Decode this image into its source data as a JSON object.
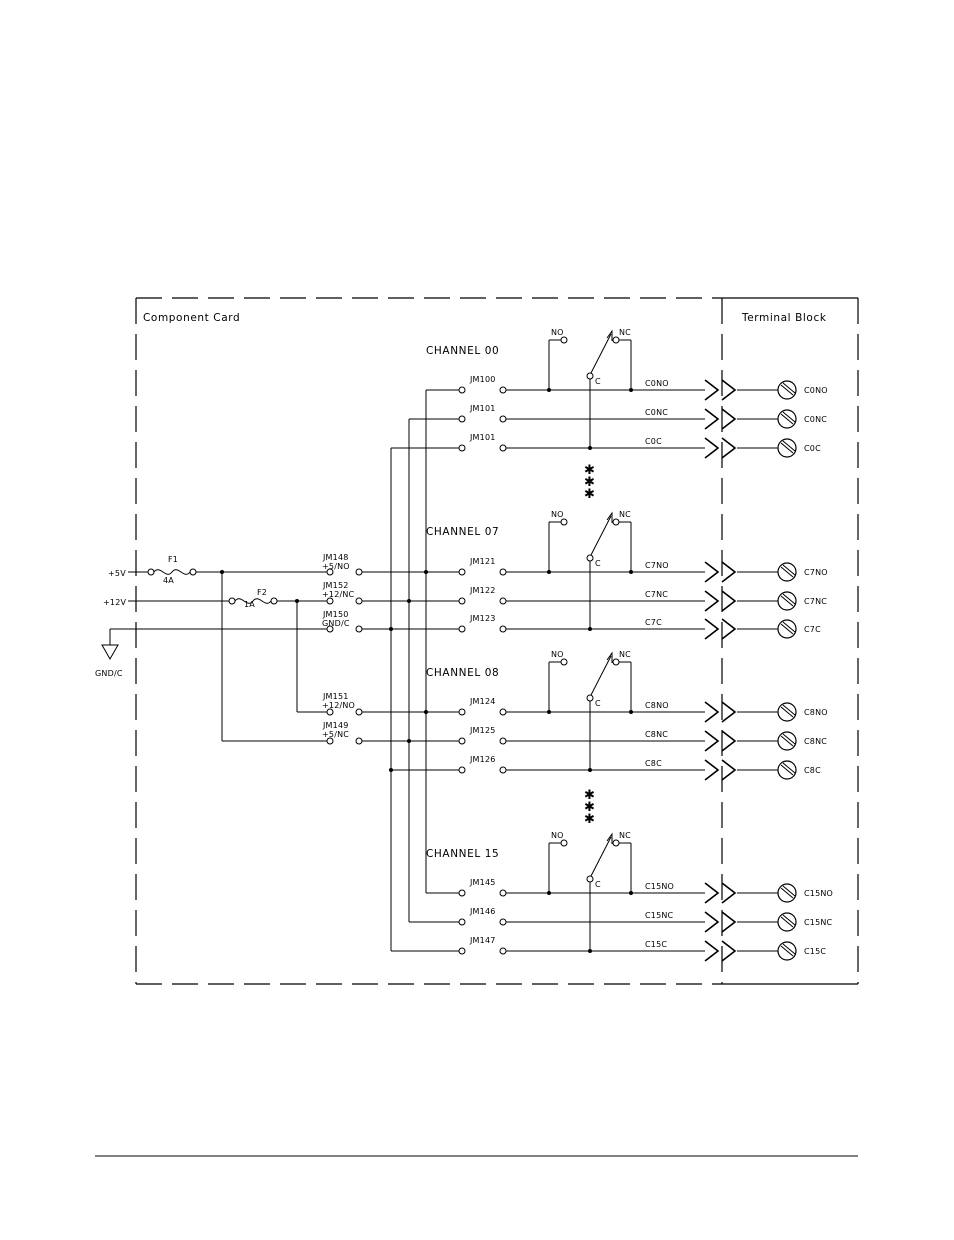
{
  "diagram": {
    "component_card_label": "Component Card",
    "terminal_block_label": "Terminal Block",
    "power_inputs": [
      {
        "label": "+5V"
      },
      {
        "label": "+12V"
      },
      {
        "label": "GND/C"
      }
    ],
    "fuses": [
      {
        "name": "F1",
        "rating": "4A"
      },
      {
        "name": "F2",
        "rating": "1A"
      }
    ],
    "common_jumpers": [
      {
        "id": "JM148",
        "func": "+5/NO"
      },
      {
        "id": "JM152",
        "func": "+12/NC"
      },
      {
        "id": "JM150",
        "func": "GND/C"
      },
      {
        "id": "JM151",
        "func": "+12/NO"
      },
      {
        "id": "JM149",
        "func": "+5/NC"
      }
    ],
    "relay_labels": {
      "no": "NO",
      "nc": "NC",
      "c": "C"
    },
    "channels": [
      {
        "title": "CHANNEL 00",
        "rows": [
          {
            "jumper": "JM100",
            "signal": "C0NO",
            "terminal": "C0NO"
          },
          {
            "jumper": "JM101",
            "signal": "C0NC",
            "terminal": "C0NC"
          },
          {
            "jumper": "JM101",
            "signal": "C0C",
            "terminal": "C0C"
          }
        ]
      },
      {
        "title": "CHANNEL 07",
        "rows": [
          {
            "jumper": "JM121",
            "signal": "C7NO",
            "terminal": "C7NO"
          },
          {
            "jumper": "JM122",
            "signal": "C7NC",
            "terminal": "C7NC"
          },
          {
            "jumper": "JM123",
            "signal": "C7C",
            "terminal": "C7C"
          }
        ]
      },
      {
        "title": "CHANNEL 08",
        "rows": [
          {
            "jumper": "JM124",
            "signal": "C8NO",
            "terminal": "C8NO"
          },
          {
            "jumper": "JM125",
            "signal": "C8NC",
            "terminal": "C8NC"
          },
          {
            "jumper": "JM126",
            "signal": "C8C",
            "terminal": "C8C"
          }
        ]
      },
      {
        "title": "CHANNEL 15",
        "rows": [
          {
            "jumper": "JM145",
            "signal": "C15NO",
            "terminal": "C15NO"
          },
          {
            "jumper": "JM146",
            "signal": "C15NC",
            "terminal": "C15NC"
          },
          {
            "jumper": "JM147",
            "signal": "C15C",
            "terminal": "C15C"
          }
        ]
      }
    ]
  }
}
